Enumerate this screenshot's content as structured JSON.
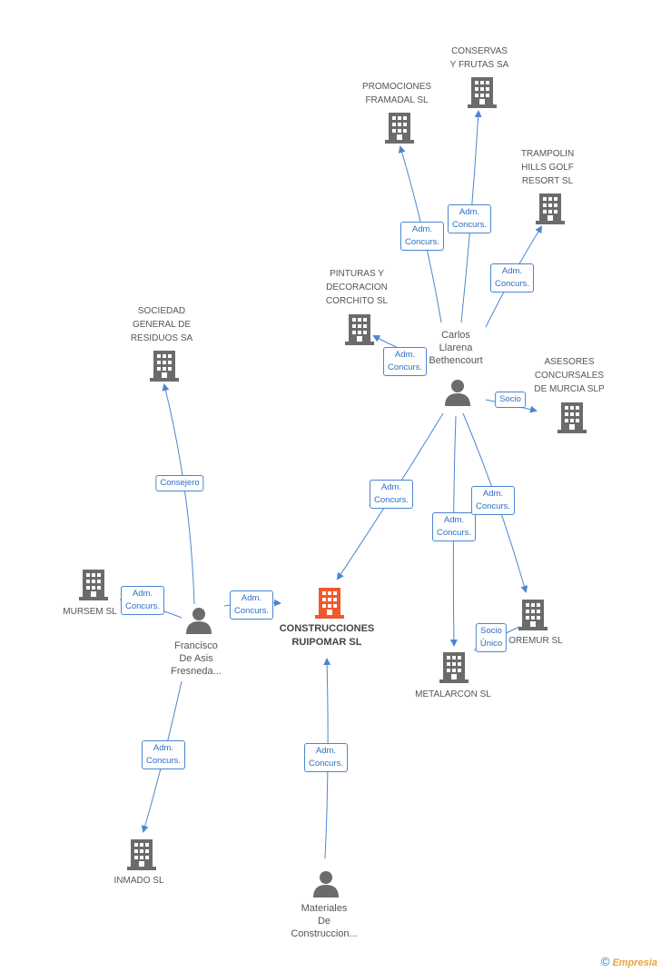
{
  "nodes": {
    "construcciones": {
      "label": "CONSTRUCCIONES\nRUIPOMAR SL",
      "color": "#ee5a2d"
    },
    "conservas": {
      "label": "CONSERVAS\nY FRUTAS SA"
    },
    "promociones": {
      "label": "PROMOCIONES\nFRAMADAL SL"
    },
    "trampolin": {
      "label": "TRAMPOLIN\nHILLS GOLF\nRESORT SL"
    },
    "pinturas": {
      "label": "PINTURAS Y\nDECORACION\nCORCHITO SL"
    },
    "sociedad": {
      "label": "SOCIEDAD\nGENERAL DE\nRESIDUOS SA"
    },
    "asesores": {
      "label": "ASESORES\nCONCURSALES\nDE MURCIA SLP"
    },
    "mursem": {
      "label": "MURSEM SL"
    },
    "oremur": {
      "label": "OREMUR SL"
    },
    "metalarcon": {
      "label": "METALARCON SL"
    },
    "inmado": {
      "label": "INMADO SL"
    },
    "carlos": {
      "label": "Carlos\nLlarena\nBethencourt"
    },
    "francisco": {
      "label": "Francisco\nDe Asis\nFresneda..."
    },
    "materiales": {
      "label": "Materiales\nDe\nConstruccion..."
    }
  },
  "edges": {
    "carlos_promociones": "Adm.\nConcurs.",
    "carlos_conservas": "Adm.\nConcurs.",
    "carlos_trampolin": "Adm.\nConcurs.",
    "carlos_pinturas": "Adm.\nConcurs.",
    "carlos_asesores": "Socio",
    "carlos_construcciones": "Adm.\nConcurs.",
    "carlos_metalarcon": "Adm.\nConcurs.",
    "carlos_oremur": "Adm.\nConcurs.",
    "oremur_metalarcon": "Socio\nÚnico",
    "francisco_sociedad": "Consejero",
    "francisco_mursem": "Adm.\nConcurs.",
    "francisco_construcciones": "Adm.\nConcurs.",
    "francisco_inmado": "Adm.\nConcurs.",
    "materiales_construcciones": "Adm.\nConcurs."
  },
  "colors": {
    "edge": "#4a86d0",
    "icon": "#6b6b6b"
  },
  "footer": {
    "copyright": "©",
    "brand": "Empresia"
  }
}
